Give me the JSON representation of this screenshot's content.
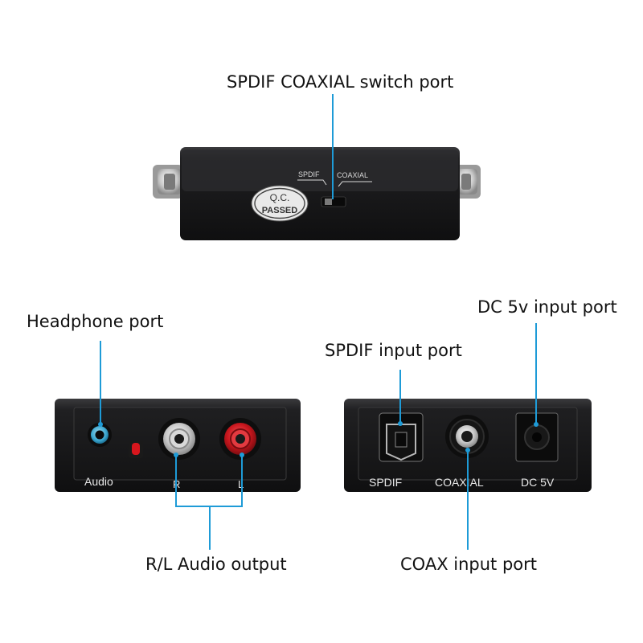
{
  "callouts": {
    "switch_port": "SPDIF COAXIAL switch port",
    "headphone_port": "Headphone port",
    "dc_input_port": "DC 5v input port",
    "spdif_input_port": "SPDIF input port",
    "rl_audio_output": "R/L Audio output",
    "coax_input_port": "COAX input port"
  },
  "top_device": {
    "spdif_label": "SPDIF",
    "coaxial_label": "COAXIAL",
    "qc_line1": "Q.C.",
    "qc_line2": "PASSED"
  },
  "left_device": {
    "audio_label": "Audio",
    "r_label": "R",
    "l_label": "L"
  },
  "right_device": {
    "spdif_label": "SPDIF",
    "coaxial_label": "COAXIAL",
    "dc_label": "DC 5V"
  },
  "colors": {
    "leader_line": "#1e9bd7",
    "device_body": "#1c1c1e",
    "red_jack": "#c8161d"
  }
}
